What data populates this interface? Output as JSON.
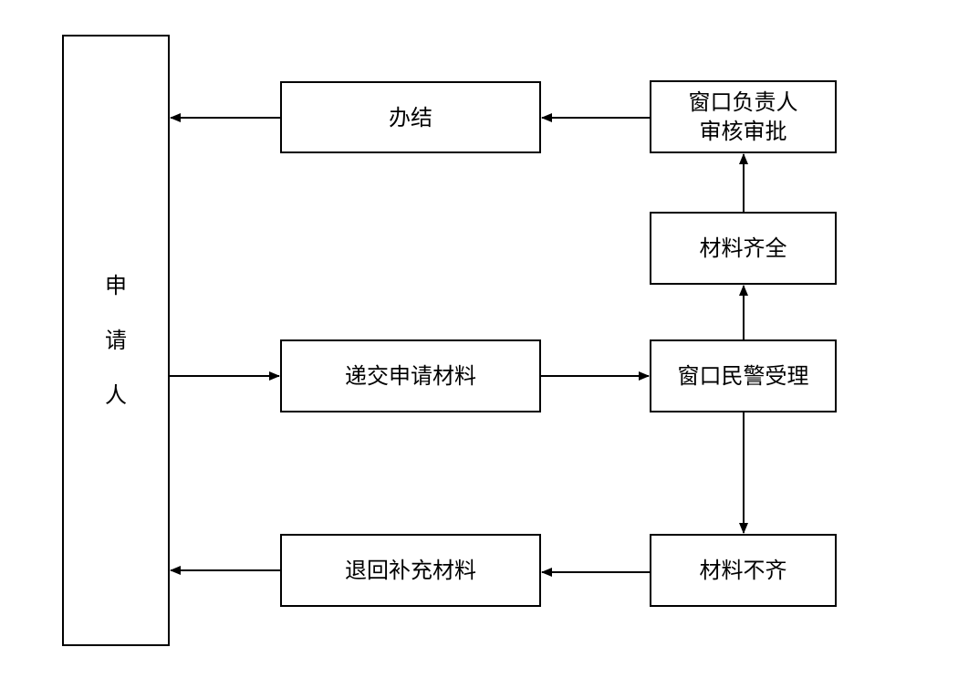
{
  "applicant": {
    "chars": [
      "申",
      "请",
      "人"
    ]
  },
  "boxes": {
    "done": "办结",
    "submit": "递交申请材料",
    "return": "退回补充材料",
    "approve_line1": "窗口负责人",
    "approve_line2": "审核审批",
    "complete": "材料齐全",
    "accept": "窗口民警受理",
    "incomplete": "材料不齐"
  },
  "colors": {
    "stroke": "#000000",
    "background": "#ffffff"
  }
}
